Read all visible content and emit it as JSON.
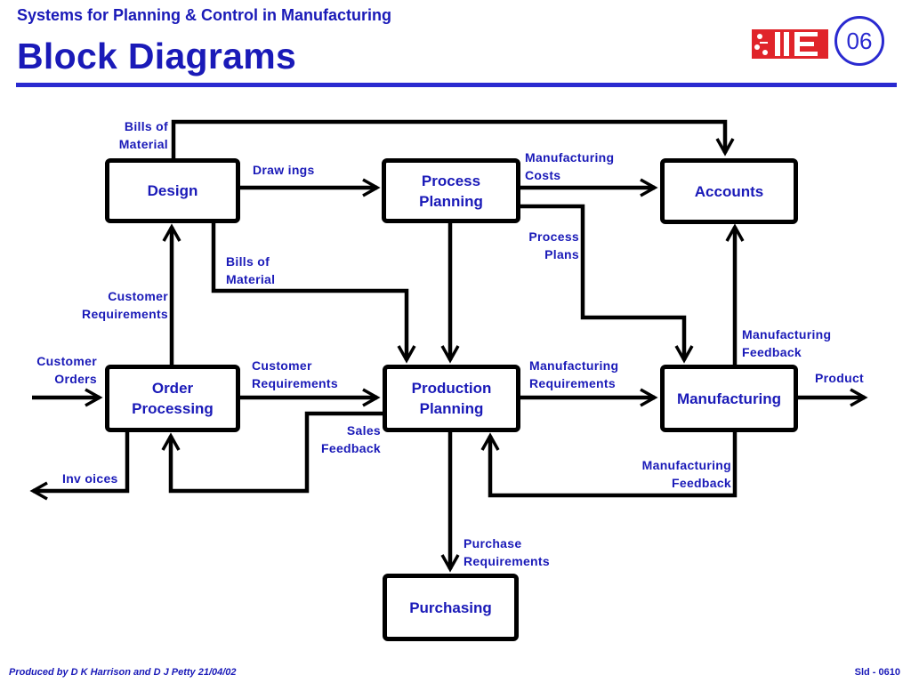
{
  "header": {
    "subtitle": "Systems for Planning & Control in Manufacturing",
    "title": "Block Diagrams",
    "logo_text": "IIE",
    "slide_number": "06"
  },
  "blocks": {
    "design": "Design",
    "process_planning": "Process\nPlanning",
    "accounts": "Accounts",
    "order_processing": "Order\nProcessing",
    "production_planning": "Production\nPlanning",
    "manufacturing": "Manufacturing",
    "purchasing": "Purchasing"
  },
  "labels": {
    "bills_of_material_top": "Bills of\nMaterial",
    "drawings": "Draw ings",
    "manufacturing_costs": "Manufacturing\nCosts",
    "process_plans": "Process\nPlans",
    "bills_of_material_mid": "Bills of\nMaterial",
    "customer_requirements_left": "Customer\nRequirements",
    "manufacturing_feedback_right": "Manufacturing\nFeedback",
    "customer_orders": "Customer\nOrders",
    "customer_requirements_mid": "Customer\nRequirements",
    "manufacturing_requirements": "Manufacturing\nRequirements",
    "product": "Product",
    "sales_feedback": "Sales\nFeedback",
    "manufacturing_feedback_bottom": "Manufacturing\nFeedback",
    "invoices": "Inv oices",
    "purchase_requirements": "Purchase\nRequirements"
  },
  "footer": {
    "left": "Produced by D K Harrison and D J Petty 21/04/02",
    "right": "Sld - 0610"
  },
  "colors": {
    "text": "#1a1ab8",
    "rule": "#2a2ad0",
    "logo_red": "#e0242a",
    "lines": "#000000"
  }
}
